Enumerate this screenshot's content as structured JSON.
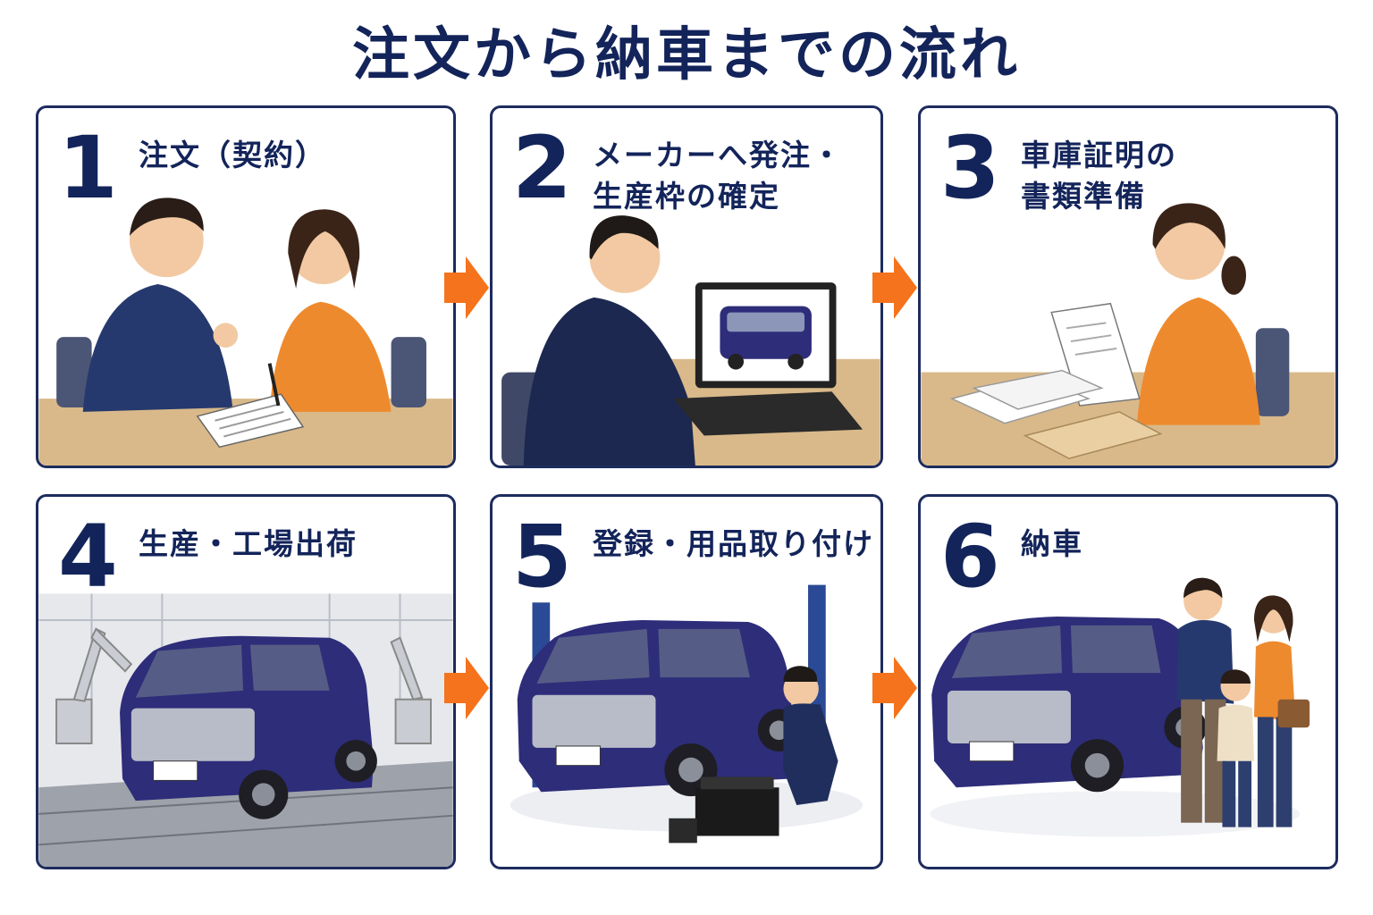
{
  "title": "注文から納車までの流れ",
  "steps": [
    {
      "num": "1",
      "label": "注文（契約）"
    },
    {
      "num": "2",
      "label": "メーカーへ発注・\n生産枠の確定"
    },
    {
      "num": "3",
      "label": "車庫証明の\n書類準備"
    },
    {
      "num": "4",
      "label": "生産・工場出荷"
    },
    {
      "num": "5",
      "label": "登録・用品取り付け"
    },
    {
      "num": "6",
      "label": "納車"
    }
  ],
  "colors": {
    "navy": "#13245a",
    "arrow": "#f4731c",
    "car": "#2e2d7a",
    "orange_shirt": "#ee8a2e",
    "table": "#d9b98a"
  }
}
